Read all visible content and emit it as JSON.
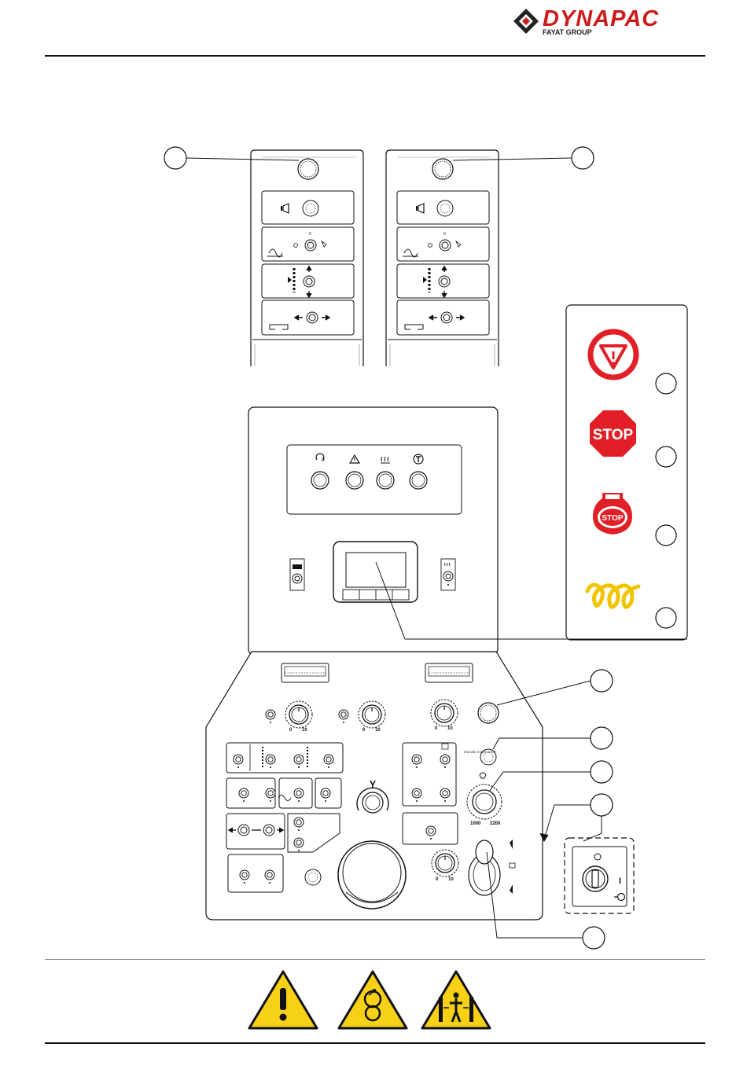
{
  "brand": {
    "name": "DYNAPAC",
    "group": "FAYAT GROUP",
    "color": "#cc1b1b"
  },
  "symbols": {
    "engine_stop_icon_text": "STOP",
    "stop_sign_text": "STOP",
    "warning_colors": {
      "red": "#e21f26",
      "yellow": "#f7d117",
      "preheat": "#f1c400"
    }
  },
  "console": {
    "engine_switch_label": "ENGINE START STOP",
    "rpm_min": "1000",
    "rpm_max": "2200",
    "key_position_on": "I",
    "key_position_off": "0"
  },
  "dials": {
    "left_min": "0",
    "left_max": "10",
    "center_min": "0",
    "center_max": "10",
    "right_min": "0",
    "right_max": "10",
    "bottom_min": "0",
    "bottom_max": "10"
  }
}
